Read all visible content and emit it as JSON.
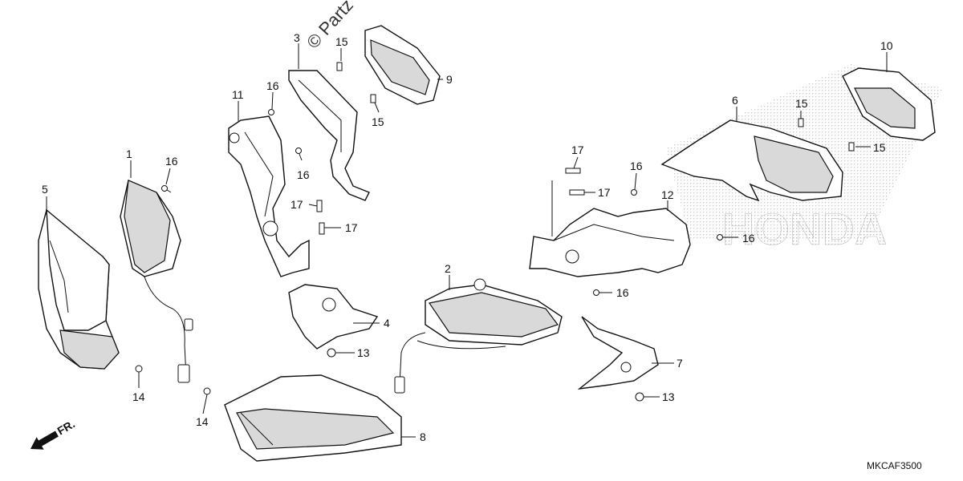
{
  "watermark": "© Partz",
  "diagram_code": "MKCAF3500",
  "direction_label": "FR.",
  "brand_mark": "HONDA",
  "callouts": [
    {
      "id": "c1",
      "num": "1"
    },
    {
      "id": "c2",
      "num": "2"
    },
    {
      "id": "c3",
      "num": "3"
    },
    {
      "id": "c4",
      "num": "4"
    },
    {
      "id": "c5",
      "num": "5"
    },
    {
      "id": "c6",
      "num": "6"
    },
    {
      "id": "c7",
      "num": "7"
    },
    {
      "id": "c8",
      "num": "8"
    },
    {
      "id": "c9",
      "num": "9"
    },
    {
      "id": "c10",
      "num": "10"
    },
    {
      "id": "c11",
      "num": "11"
    },
    {
      "id": "c12",
      "num": "12"
    },
    {
      "id": "c13a",
      "num": "13"
    },
    {
      "id": "c13b",
      "num": "13"
    },
    {
      "id": "c14a",
      "num": "14"
    },
    {
      "id": "c14b",
      "num": "14"
    },
    {
      "id": "c15a",
      "num": "15"
    },
    {
      "id": "c15b",
      "num": "15"
    },
    {
      "id": "c15c",
      "num": "15"
    },
    {
      "id": "c15d",
      "num": "15"
    },
    {
      "id": "c16a",
      "num": "16"
    },
    {
      "id": "c16b",
      "num": "16"
    },
    {
      "id": "c16c",
      "num": "16"
    },
    {
      "id": "c16d",
      "num": "16"
    },
    {
      "id": "c16e",
      "num": "16"
    },
    {
      "id": "c16f",
      "num": "16"
    },
    {
      "id": "c17a",
      "num": "17"
    },
    {
      "id": "c17b",
      "num": "17"
    },
    {
      "id": "c17c",
      "num": "17"
    },
    {
      "id": "c17d",
      "num": "17"
    }
  ]
}
